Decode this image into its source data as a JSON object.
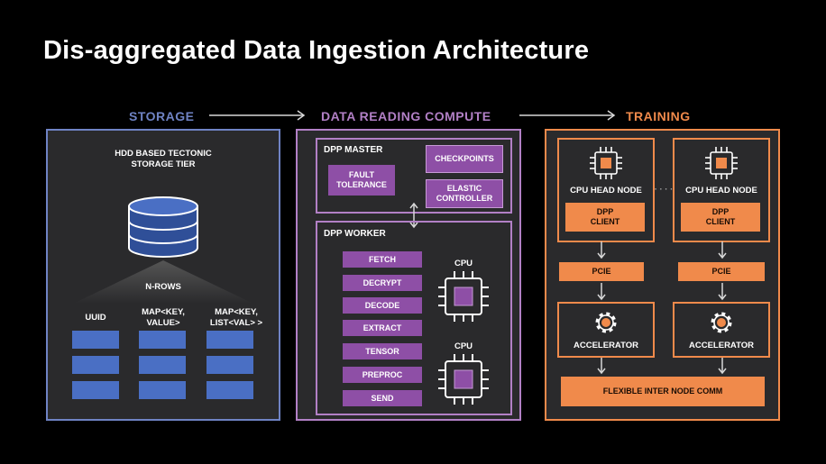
{
  "title": "Dis-aggregated Data Ingestion Architecture",
  "sections": {
    "storage": "STORAGE",
    "compute": "DATA READING COMPUTE",
    "training": "TRAINING"
  },
  "colors": {
    "storage": "#6f83c4",
    "compute": "#b280c6",
    "training": "#f08a4b",
    "cell": "#4a6fc4"
  },
  "storage": {
    "tier_label": "HDD BASED TECTONIC\nSTORAGE TIER",
    "rows_label": "N-ROWS",
    "columns": [
      "UUID",
      "MAP<KEY,\nVALUE>",
      "MAP<KEY,\nLIST<VAL> >"
    ]
  },
  "compute": {
    "master": {
      "title": "DPP MASTER",
      "fault_tolerance": "FAULT\nTOLERANCE",
      "checkpoints": "CHECKPOINTS",
      "elastic_controller": "ELASTIC\nCONTROLLER"
    },
    "worker": {
      "title": "DPP WORKER",
      "stages": [
        "FETCH",
        "DECRYPT",
        "DECODE",
        "EXTRACT",
        "TENSOR",
        "PREPROC",
        "SEND"
      ],
      "cpu_labels": [
        "CPU",
        "CPU"
      ]
    }
  },
  "training": {
    "nodes": [
      {
        "head": "CPU HEAD NODE",
        "client": "DPP\nCLIENT",
        "pcie": "PCIE",
        "accel": "ACCELERATOR"
      },
      {
        "head": "CPU HEAD NODE",
        "client": "DPP\nCLIENT",
        "pcie": "PCIE",
        "accel": "ACCELERATOR"
      }
    ],
    "ellipsis": "· · · ·",
    "comm": "FLEXIBLE INTER NODE COMM"
  }
}
